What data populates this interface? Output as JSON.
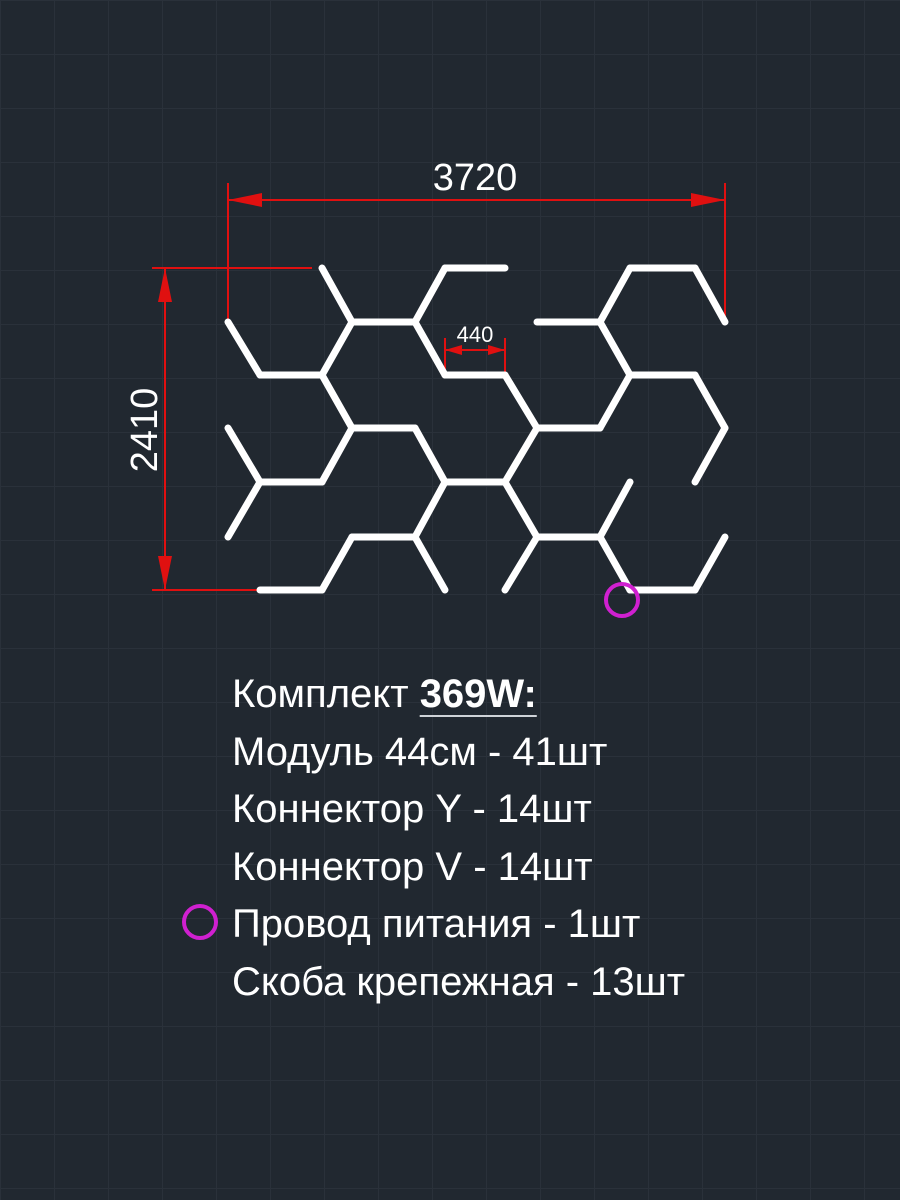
{
  "dimensions": {
    "width_label": "3720",
    "height_label": "2410",
    "module_label": "440"
  },
  "kit": {
    "title_prefix": "Комплект",
    "power": "369W:",
    "items": [
      "Модуль 44см - 41шт",
      "Коннектор Y - 14шт",
      "Коннектор V - 14шт",
      "Провод питания - 1шт",
      "Скоба крепежная - 13шт"
    ]
  },
  "colors": {
    "background": "#212830",
    "dimension": "#e01010",
    "module": "#ffffff",
    "power_marker": "#d020d0"
  }
}
